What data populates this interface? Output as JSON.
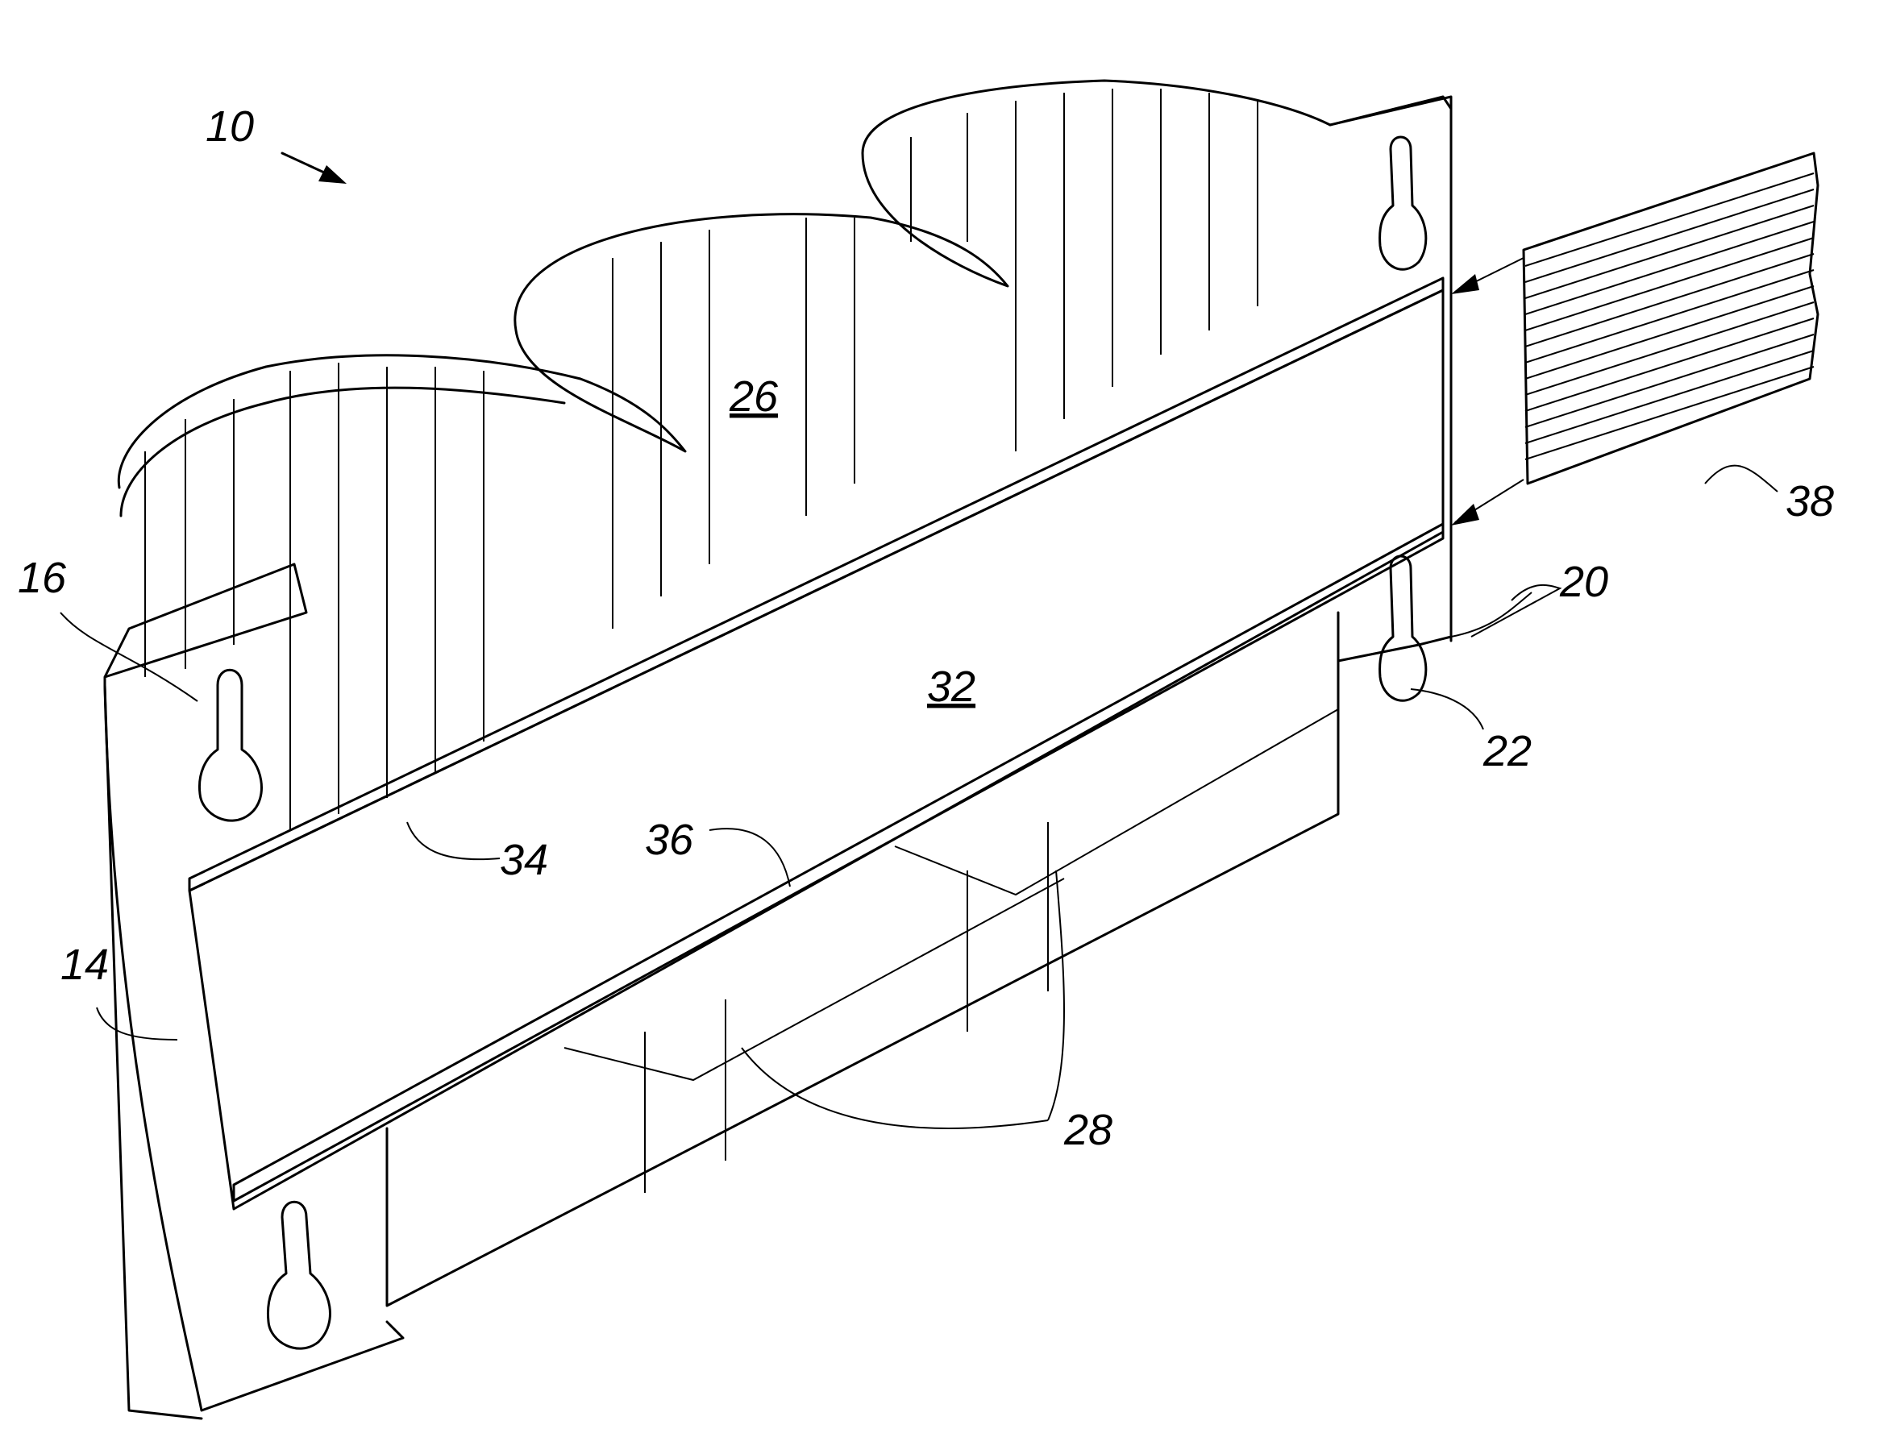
{
  "figure": {
    "labels": {
      "assembly": "10",
      "left_flange": "14",
      "left_keyhole": "16",
      "right_flange": "20",
      "right_keyhole": "22",
      "cup_recess": "26",
      "dividers": "28",
      "label_strip": "32",
      "upper_lip": "34",
      "lower_lip": "36",
      "label_insert": "38"
    },
    "colors": {
      "line": "#000000",
      "background": "#ffffff"
    }
  }
}
